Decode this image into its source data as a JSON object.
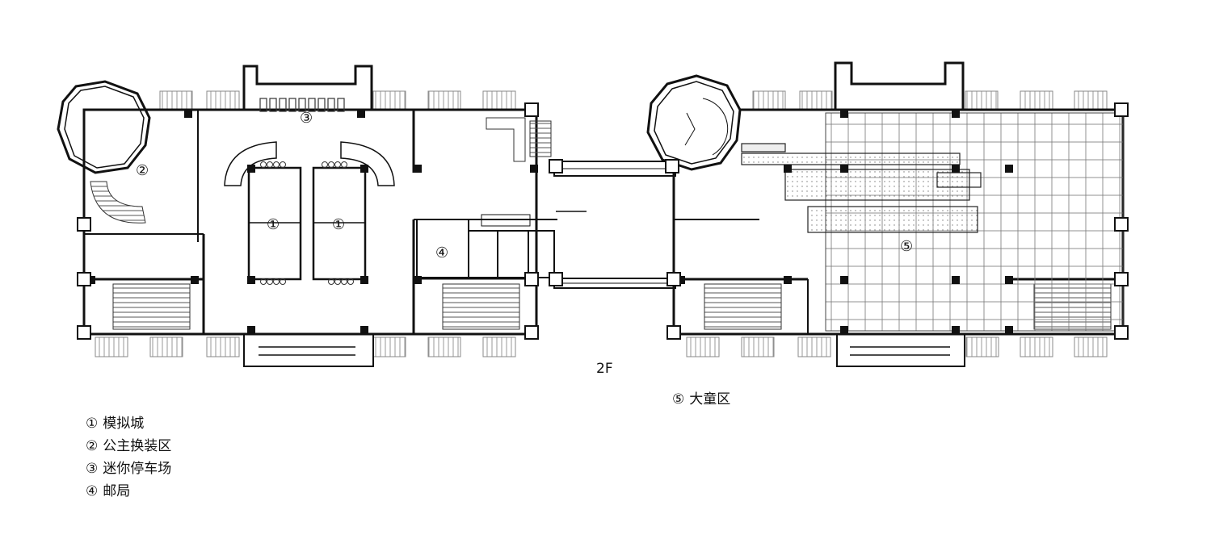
{
  "floor": "2F",
  "zone_markers": [
    "①",
    "①",
    "②",
    "③",
    "④",
    "⑤"
  ],
  "legend_left": [
    {
      "num": "①",
      "label": "模拟城"
    },
    {
      "num": "②",
      "label": "公主换装区"
    },
    {
      "num": "③",
      "label": "迷你停车场"
    },
    {
      "num": "④",
      "label": "邮局"
    }
  ],
  "legend_right": {
    "num": "⑤",
    "label": "大童区"
  },
  "colors": {
    "wall": "#111111",
    "line": "#444444",
    "hatch": "#888888",
    "background": "#ffffff"
  }
}
